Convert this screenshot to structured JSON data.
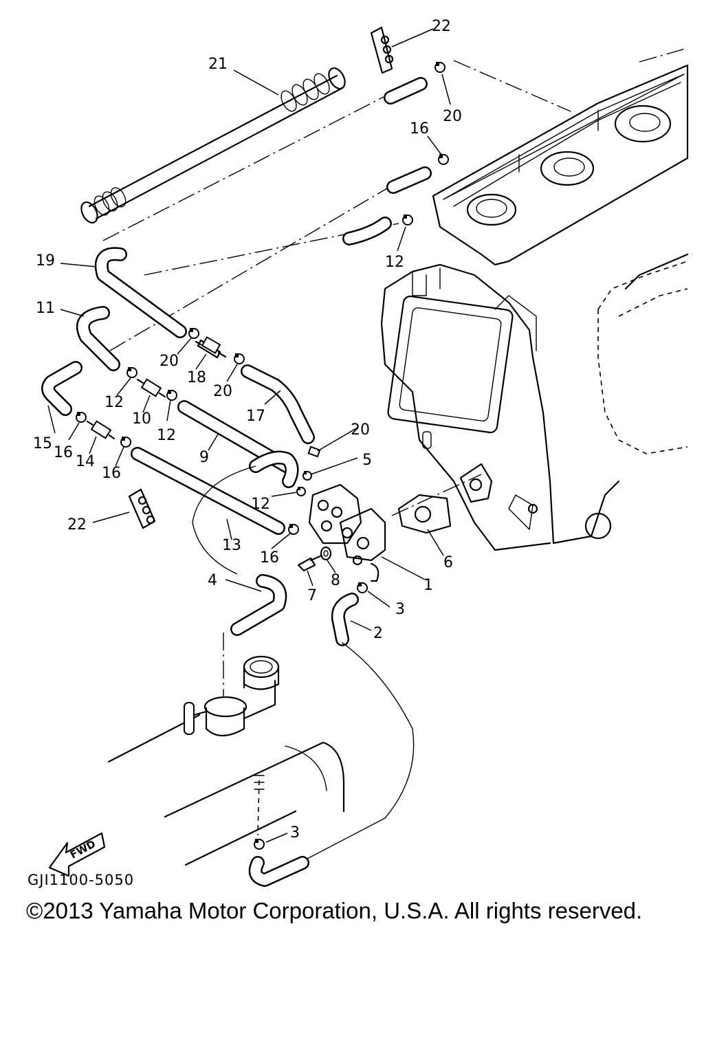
{
  "diagram": {
    "code": "GJI1100-5050",
    "copyright": "©2013 Yamaha Motor Corporation, U.S.A. All rights reserved.",
    "fwd_marker": "FWD",
    "callouts": [
      {
        "id": "c1",
        "text": "1"
      },
      {
        "id": "c2",
        "text": "2"
      },
      {
        "id": "c3a",
        "text": "3"
      },
      {
        "id": "c3b",
        "text": "3"
      },
      {
        "id": "c4",
        "text": "4"
      },
      {
        "id": "c5",
        "text": "5"
      },
      {
        "id": "c6",
        "text": "6"
      },
      {
        "id": "c7",
        "text": "7"
      },
      {
        "id": "c8",
        "text": "8"
      },
      {
        "id": "c9",
        "text": "9"
      },
      {
        "id": "c10",
        "text": "10"
      },
      {
        "id": "c11",
        "text": "11"
      },
      {
        "id": "c12a",
        "text": "12"
      },
      {
        "id": "c12b",
        "text": "12"
      },
      {
        "id": "c12c",
        "text": "12"
      },
      {
        "id": "c12d",
        "text": "12"
      },
      {
        "id": "c13",
        "text": "13"
      },
      {
        "id": "c14",
        "text": "14"
      },
      {
        "id": "c15",
        "text": "15"
      },
      {
        "id": "c16a",
        "text": "16"
      },
      {
        "id": "c16b",
        "text": "16"
      },
      {
        "id": "c16c",
        "text": "16"
      },
      {
        "id": "c16d",
        "text": "16"
      },
      {
        "id": "c17",
        "text": "17"
      },
      {
        "id": "c18",
        "text": "18"
      },
      {
        "id": "c19",
        "text": "19"
      },
      {
        "id": "c20a",
        "text": "20"
      },
      {
        "id": "c20b",
        "text": "20"
      },
      {
        "id": "c20c",
        "text": "20"
      },
      {
        "id": "c20d",
        "text": "20"
      },
      {
        "id": "c21",
        "text": "21"
      },
      {
        "id": "c22a",
        "text": "22"
      },
      {
        "id": "c22b",
        "text": "22"
      }
    ]
  }
}
